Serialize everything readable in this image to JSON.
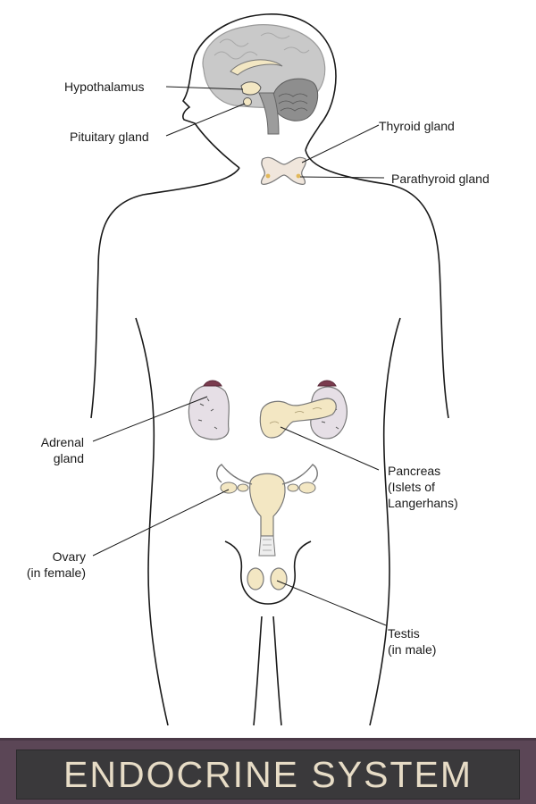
{
  "banner": {
    "title": "ENDOCRINE SYSTEM"
  },
  "labels": {
    "hypothalamus": "Hypothalamus",
    "pituitary": "Pituitary gland",
    "thyroid": "Thyroid gland",
    "parathyroid": "Parathyroid gland",
    "adrenal": "Adrenal\ngland",
    "pancreas": "Pancreas\n(Islets of\nLangerhans)",
    "ovary": "Ovary\n(in female)",
    "testis": "Testis\n(in male)"
  },
  "colors": {
    "outline": "#1a1a1a",
    "gland_fill": "#f3e7c3",
    "brain_fill": "#c9c9c9",
    "adrenal_fill": "#e6dfe6",
    "adrenal_cap": "#7a3b4e",
    "banner_frame": "#5b4656",
    "banner_panel": "#3a393b",
    "banner_text": "#e7dcc6"
  }
}
